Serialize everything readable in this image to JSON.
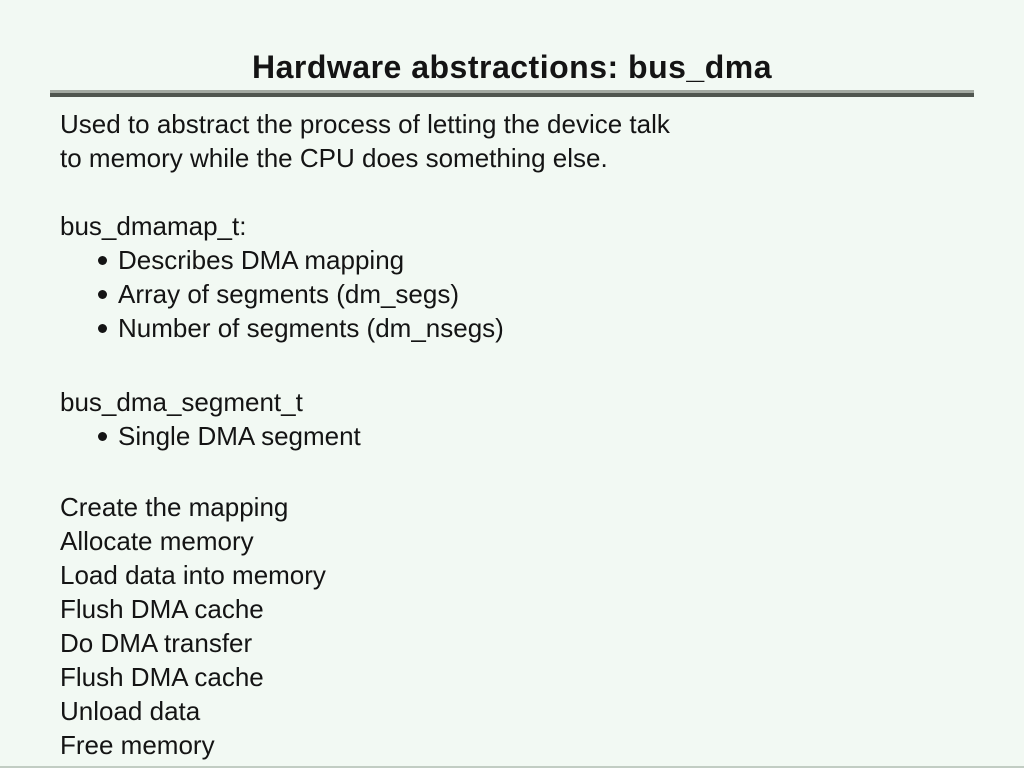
{
  "slide": {
    "title": "Hardware abstractions: bus_dma",
    "intro": {
      "lines": [
        "Used to abstract the process of letting the device talk",
        "to memory while the CPU does something else."
      ]
    },
    "dmamap": {
      "heading": "bus_dmamap_t:",
      "bullets": [
        "Describes DMA mapping",
        "Array of segments (dm_segs)",
        "Number of segments (dm_nsegs)"
      ]
    },
    "segment": {
      "heading": "bus_dma_segment_t",
      "bullets": [
        "Single DMA segment"
      ]
    },
    "steps": [
      "Create the mapping",
      "Allocate memory",
      "Load data into memory",
      "Flush DMA cache",
      "Do DMA transfer",
      "Flush DMA cache",
      "Unload data",
      "Free memory"
    ]
  },
  "colors": {
    "background": "#f2f9f3",
    "text": "#141414",
    "divider_top": "#a3a9a1",
    "divider_bottom": "#50564f",
    "bottom_edge": "#c2cdc3"
  }
}
